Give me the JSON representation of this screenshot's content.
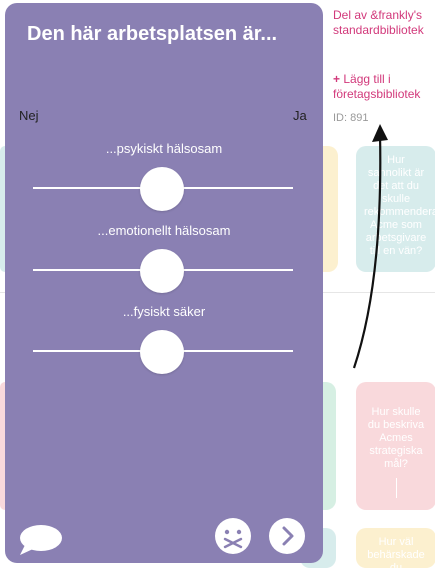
{
  "modal": {
    "title": "Den här arbetsplatsen är...",
    "scale_min": "Nej",
    "scale_max": "Ja",
    "questions": [
      {
        "label": "...psykiskt hälsosam",
        "value": 0.5
      },
      {
        "label": "...emotionellt hälsosam",
        "value": 0.5
      },
      {
        "label": "...fysiskt säker",
        "value": 0.5
      }
    ],
    "icons": {
      "chat": "chat-bubble-icon",
      "face": "dizzy-face-icon",
      "next": "chevron-right-icon"
    }
  },
  "side": {
    "library_text": "Del av &frankly's standardbibliotek",
    "add_label": "Lägg till i företagsbibliotek",
    "id_text": "ID: 891"
  },
  "cards": [
    {
      "text": "Hur sannolikt är det att du skulle rekommendera Acme som arbetsgivare till en vän?"
    },
    {
      "text": "Hur skulle du beskriva Acmes strategiska mål?"
    },
    {
      "text": "Hur väl behärskade du"
    }
  ],
  "colors": {
    "modal_bg": "#8a80b3",
    "accent": "#d2397b",
    "card_teal": "#d7ecec",
    "card_pink": "#f9d9dc",
    "card_yellow": "#fcf0cf",
    "card_mint": "#d6efe3"
  }
}
